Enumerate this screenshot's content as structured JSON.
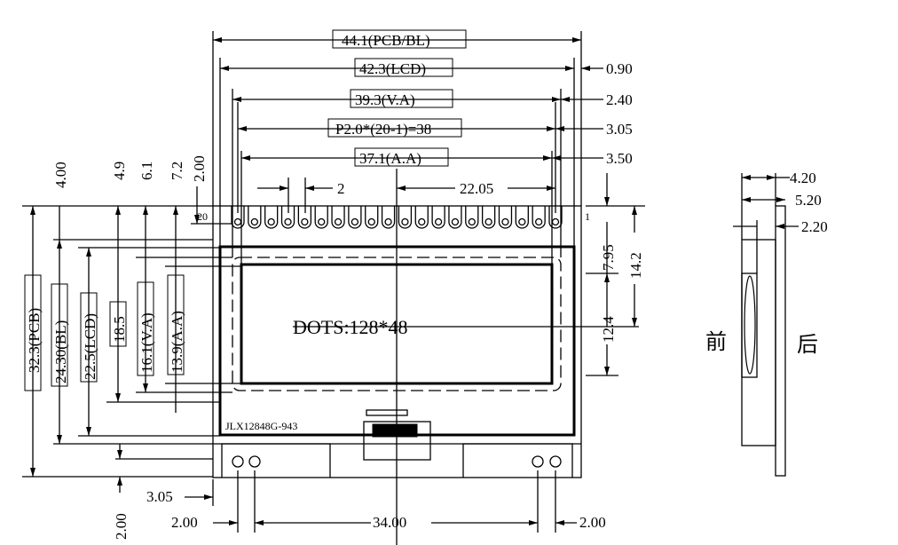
{
  "drawing": {
    "model": "JLX12848G-943",
    "dots": "DOTS:128*48",
    "pin_first": "1",
    "pin_last": "20",
    "front_label": "前",
    "back_label": "后"
  },
  "dims_top": {
    "pcb_bl": "44.1(PCB/BL)",
    "lcd": "42.3(LCD)",
    "va": "39.3(V.A)",
    "pitch": "P2.0*(20-1)=38",
    "aa": "37.1(A.A)",
    "pin_pitch": "2",
    "center_offset": "22.05",
    "off_lcd": "0.90",
    "off_va": "2.40",
    "off_pitch": "3.05",
    "off_aa": "3.50"
  },
  "dims_left": {
    "pcb": "32.3(PCB)",
    "bl": "24.30(BL)",
    "lcd": "22.5(LCD)",
    "h185": "18.5",
    "va": "16.1(V.A)",
    "aa": "13.9(A.A)",
    "top_400": "4.00",
    "top_49": "4.9",
    "top_61": "6.1",
    "top_72": "7.2",
    "top_200": "2.00",
    "bottom_200": "2.00"
  },
  "dims_right": {
    "d795": "7.95",
    "d142": "14.2",
    "d124": "12.4"
  },
  "dims_bottom": {
    "d305": "3.05",
    "d200_left": "2.00",
    "d3400": "34.00",
    "d200_right": "2.00"
  },
  "dims_side": {
    "d420": "4.20",
    "d520": "5.20",
    "d220": "2.20"
  }
}
